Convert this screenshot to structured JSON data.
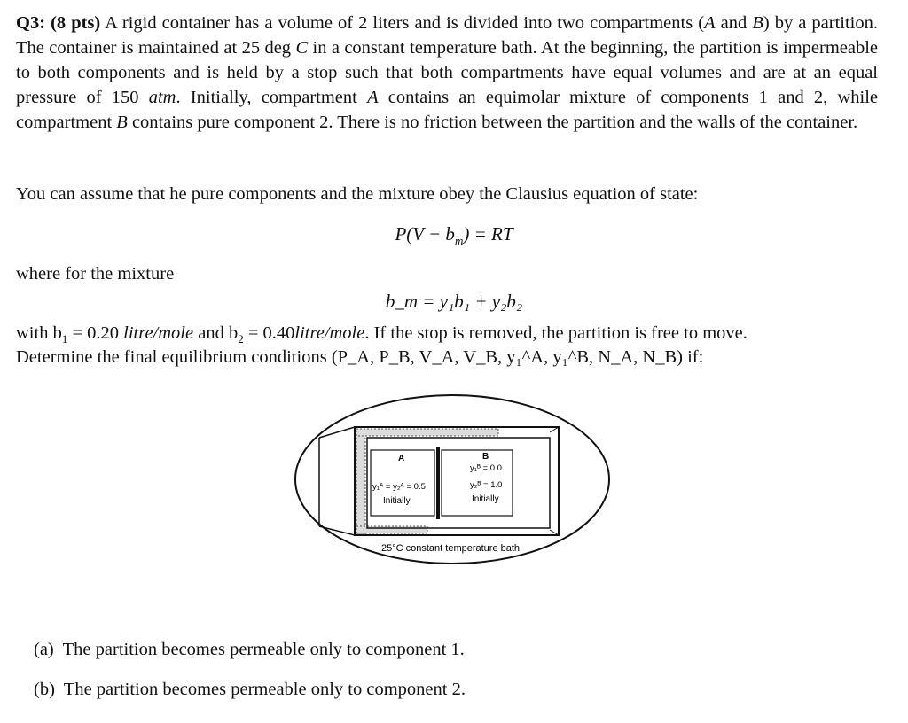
{
  "question": {
    "label": "Q3:",
    "points": "(8 pts)",
    "intro_1": "A rigid container has a volume of 2 liters and is divided into two compartments (",
    "A": "A",
    "and": "and",
    "B": "B",
    "intro_2": ") by a partition. The container is maintained at 25 deg",
    "C": "C",
    "intro_3": "in a constant temperature bath. At the beginning, the partition is impermeable to both components and is held by a stop such that both compartments have equal volumes and are at an equal pressure of 150",
    "atm": "atm",
    "intro_4": ". Initially, compartment",
    "intro_5": "contains an equimolar mixture of components 1 and 2, while compartment",
    "intro_6": "contains pure component 2. There is no friction between the partition and the walls of the container."
  },
  "assume_text": "You can assume that he pure components and the mixture obey the Clausius equation of state:",
  "eos": {
    "lhs": "P(V − b",
    "sub_m": "m",
    "rhs": ") = RT"
  },
  "where_text": "where for the mixture",
  "mix_rule": "b_m = y₁b₁ + y₂b₂",
  "with": {
    "prefix": "with b",
    "b1": " = 0.20",
    "unit1": "litre/mole",
    "mid": "and b",
    "b2": " = 0.40",
    "unit2": "litre/mole",
    "suffix": ". If the stop is removed, the partition is free to move."
  },
  "determine": "Determine the final equilibrium conditions (P_A, P_B, V_A, V_B, y₁^A, y₁^B, N_A, N_B) if:",
  "figure": {
    "label_A": "A",
    "label_B": "B",
    "A_comp": "y₁ᴬ = y₂ᴬ = 0.5",
    "A_initially": "Initially",
    "B_y1": "y₁ᴮ = 0.0",
    "B_y2": "y₂ᴮ = 1.0",
    "B_initially": "Initially",
    "bath": "25°C constant temperature bath"
  },
  "parts": [
    {
      "label": "(a)",
      "text": "The partition becomes permeable only to component 1."
    },
    {
      "label": "(b)",
      "text": "The partition becomes permeable only to component 2."
    }
  ]
}
